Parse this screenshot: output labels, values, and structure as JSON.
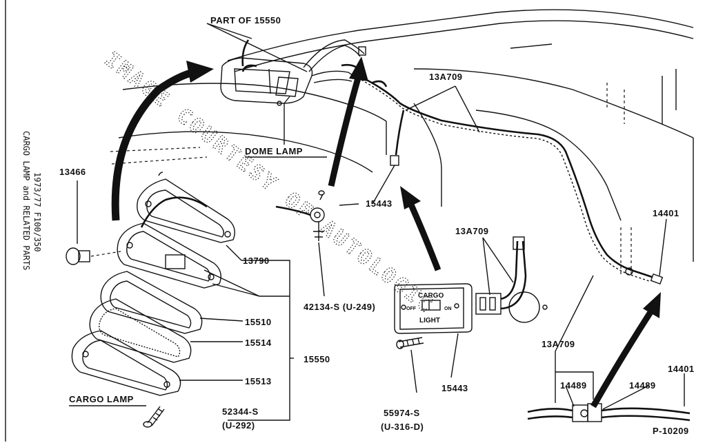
{
  "side_title": {
    "line1": "CARGO LAMP and RELATED PARTS",
    "line2": "1973/77   F100/350"
  },
  "labels": {
    "part_of_15550": "PART OF 15550",
    "dome_lamp": "DOME LAMP",
    "wire_13a709_top": "13A709",
    "wire_13a709_switch": "13A709",
    "wire_13a709_lower": "13A709",
    "part_13466": "13466",
    "part_15443_upper": "15443",
    "part_15443_lower": "15443",
    "part_14401_upper": "14401",
    "part_14401_lower": "14401",
    "part_13790": "13790",
    "part_42134": "42134-S (U-249)",
    "part_15510": "15510",
    "part_15514": "15514",
    "part_15550": "15550",
    "part_15513": "15513",
    "cargo_lamp": "CARGO LAMP",
    "part_52344": "52344-S",
    "part_52344_code": "(U-292)",
    "part_55974": "55974-S",
    "part_55974_code": "(U-316-D)",
    "part_14489_left": "14489",
    "part_14489_right": "14489",
    "switch_cargo": "CARGO",
    "switch_light": "LIGHT",
    "switch_off": "OFF",
    "switch_on": "ON",
    "figure_id": "P-10209"
  },
  "watermark": "IMAGE COURTESY OF AUTOLOGIC"
}
